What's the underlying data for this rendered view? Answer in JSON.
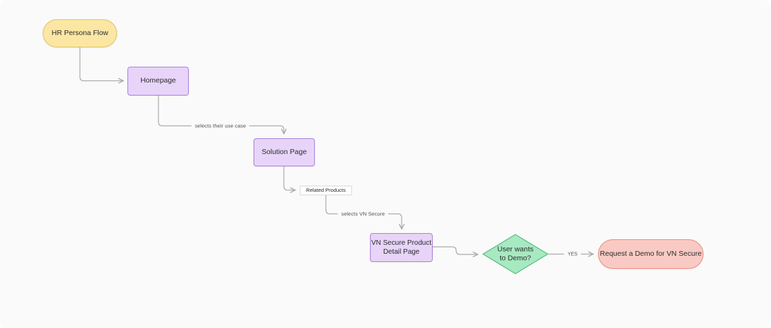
{
  "diagram": {
    "type": "flowchart",
    "nodes": {
      "start": {
        "label": "HR Persona Flow",
        "shape": "stadium",
        "fill": "#fbe7a3",
        "border": "#dfc266"
      },
      "homepage": {
        "label": "Homepage",
        "shape": "rect",
        "fill": "#e7d4f8",
        "border": "#a981da"
      },
      "solution": {
        "label": "Solution Page",
        "shape": "rect",
        "fill": "#e7d4f8",
        "border": "#a981da"
      },
      "related": {
        "label": "Related Products",
        "shape": "small-rect",
        "fill": "#ffffff",
        "border": "#d9d9d9"
      },
      "vn_detail": {
        "label": "VN Secure Product Detail Page",
        "shape": "rect",
        "fill": "#e7d4f8",
        "border": "#a981da"
      },
      "demo_decision": {
        "label": "User wants to Demo?",
        "shape": "diamond",
        "fill": "#a7e9c1",
        "border": "#5fbe81"
      },
      "request_demo": {
        "label": "Request a Demo for VN Secure",
        "shape": "stadium",
        "fill": "#f9cac4",
        "border": "#e98a7f"
      }
    },
    "edges": [
      {
        "from": "start",
        "to": "homepage",
        "label": ""
      },
      {
        "from": "homepage",
        "to": "solution",
        "label": "selects their use case"
      },
      {
        "from": "solution",
        "to": "related",
        "label": ""
      },
      {
        "from": "related",
        "to": "vn_detail",
        "label": "selects VN Secure"
      },
      {
        "from": "vn_detail",
        "to": "demo_decision",
        "label": ""
      },
      {
        "from": "demo_decision",
        "to": "request_demo",
        "label": "YES"
      }
    ],
    "edge_labels": {
      "use_case": "selects their use case",
      "vn_secure": "selects VN Secure",
      "yes": "YES"
    }
  },
  "colors": {
    "canvas_bg": "#fafafa",
    "connector": "#ababab",
    "node_text": "#2b2b2b",
    "edge_label_text": "#4d4d4d",
    "yellow_fill": "#fbe7a3",
    "yellow_border": "#dfc266",
    "purple_fill": "#e7d4f8",
    "purple_border": "#a981da",
    "white_fill": "#ffffff",
    "white_border": "#d9d9d9",
    "green_fill": "#a7e9c1",
    "green_border": "#5fbe81",
    "pink_fill": "#f9cac4",
    "pink_border": "#e98a7f"
  }
}
